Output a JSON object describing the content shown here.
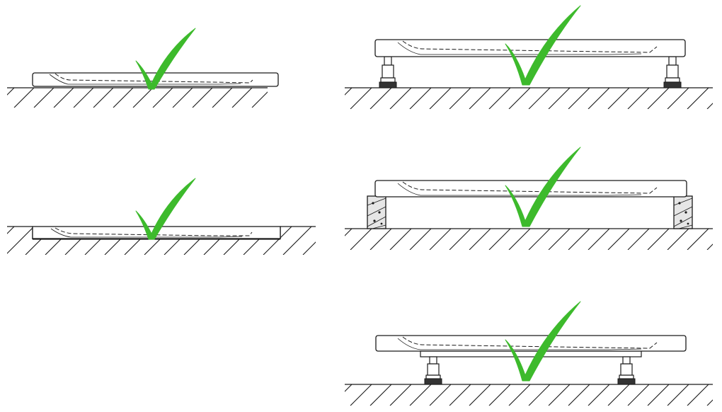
{
  "colors": {
    "background": "#ffffff",
    "line": "#1a1a1a",
    "tray_fill": "#ffffff",
    "block_fill": "#e6e6e6",
    "check": "#3dba2c"
  },
  "icons": {
    "approval": "checkmark-icon"
  },
  "panels": [
    {
      "id": "tray-on-floor",
      "mount": "surface",
      "approved": true
    },
    {
      "id": "tray-on-adjustable-feet",
      "mount": "feet",
      "approved": true
    },
    {
      "id": "tray-recessed-in-floor",
      "mount": "recessed",
      "approved": true
    },
    {
      "id": "tray-on-support-blocks",
      "mount": "blocks",
      "approved": true
    },
    {
      "id": "tray-on-frame-with-feet",
      "mount": "frame-feet",
      "approved": true
    }
  ]
}
